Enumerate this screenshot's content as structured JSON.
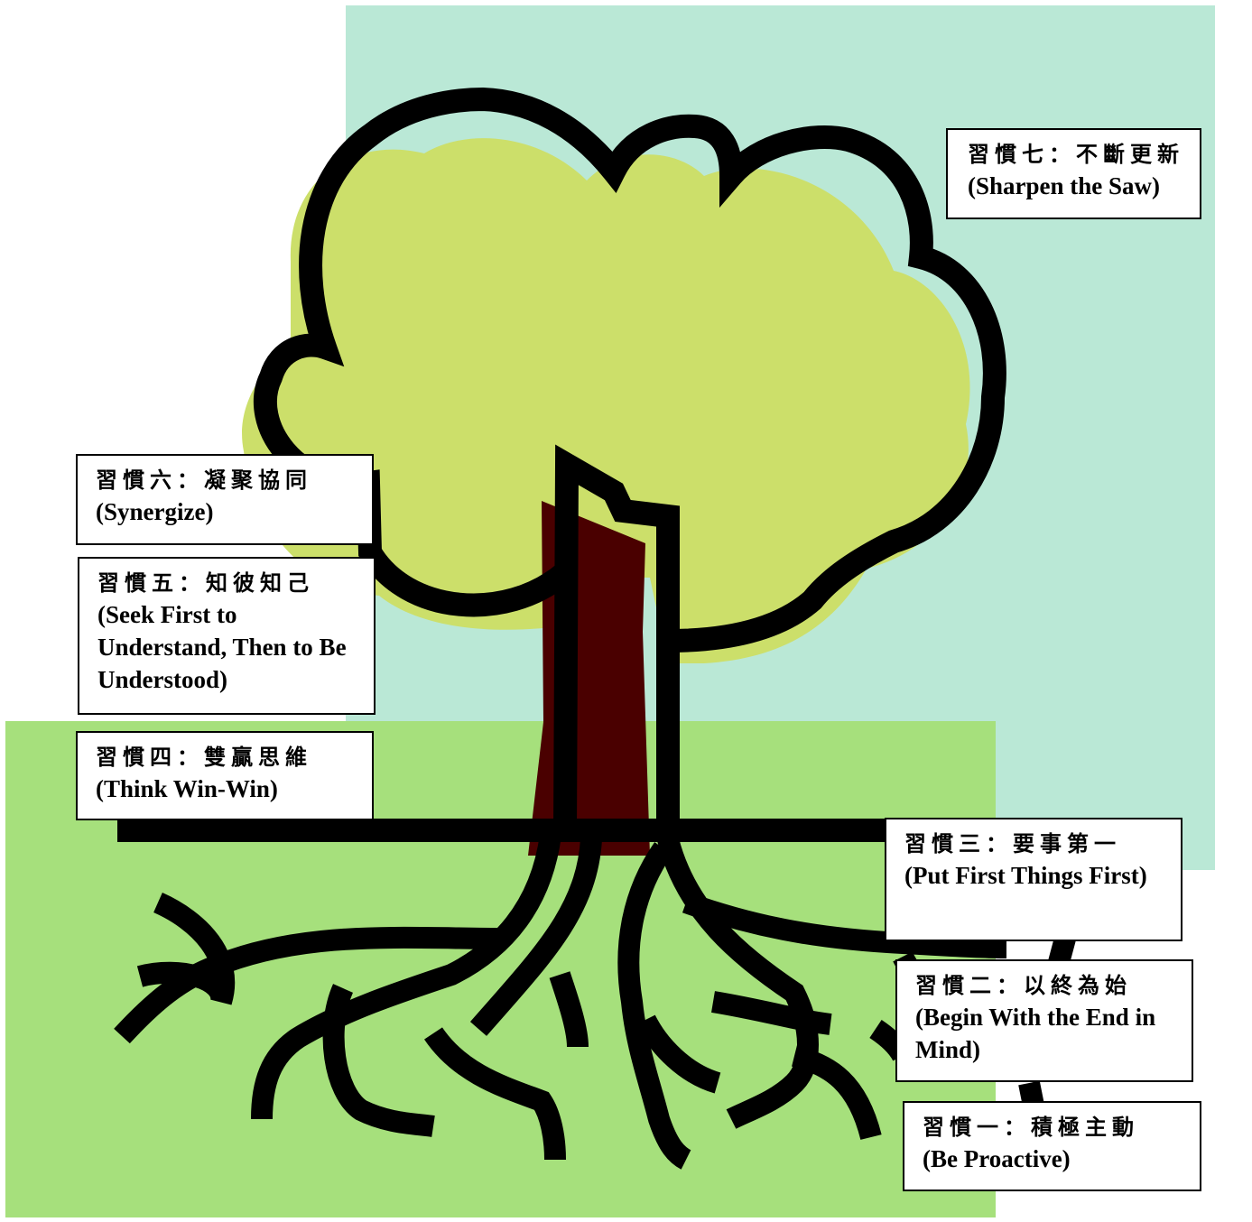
{
  "colors": {
    "sky": "#bae8d6",
    "ground": "#a6e07c",
    "foliage": "#ccdf6a",
    "trunk": "#4a0000",
    "outline": "#000000",
    "box_fill": "#ffffff"
  },
  "habits": [
    {
      "cn": "習慣一：積極主動",
      "en": "(Be Proactive)"
    },
    {
      "cn": "習慣二：以終為始",
      "en": "(Begin With the End in Mind)"
    },
    {
      "cn": "習慣三：要事第一",
      "en": "(Put First Things First)"
    },
    {
      "cn": "習慣四：雙贏思維",
      "en": "(Think Win-Win)"
    },
    {
      "cn": "習慣五：知彼知己",
      "en": "(Seek First to Understand, Then to Be Understood)"
    },
    {
      "cn": "習慣六：凝聚協同",
      "en": "(Synergize)"
    },
    {
      "cn": "習慣七：不斷更新",
      "en": "(Sharpen the Saw)"
    }
  ]
}
